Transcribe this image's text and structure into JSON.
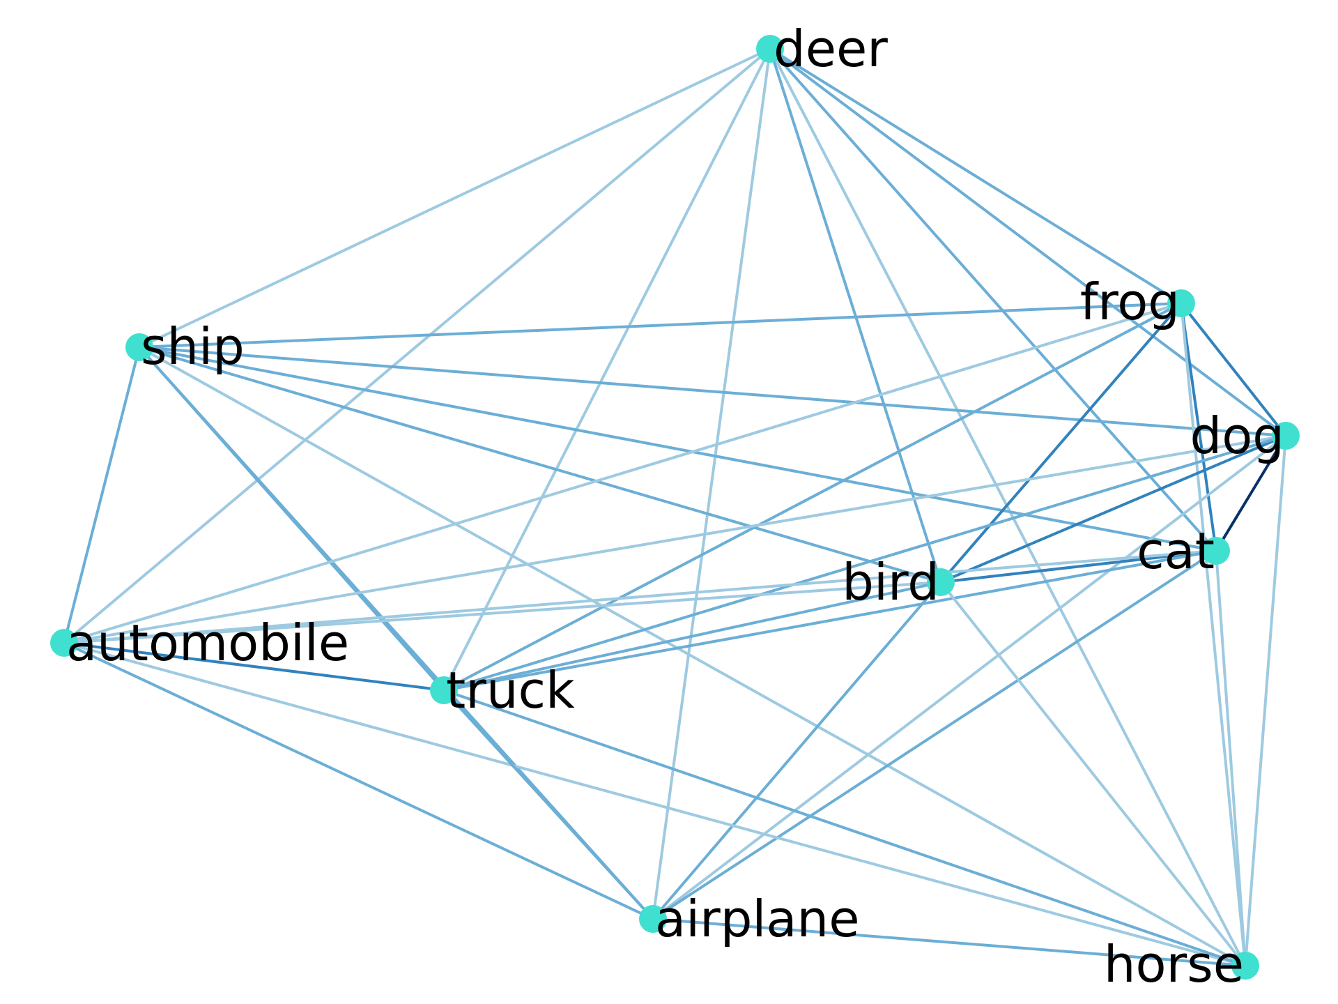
{
  "diagram": {
    "type": "weighted-undirected-graph",
    "node_color": "#40e0d0",
    "label_color": "#000000",
    "edge_colors": {
      "weak": "#9ecae1",
      "medium": "#6baed6",
      "strong": "#3182bd",
      "strongest": "#08306b"
    },
    "nodes": [
      {
        "id": "deer",
        "label": "deer"
      },
      {
        "id": "frog",
        "label": "frog"
      },
      {
        "id": "ship",
        "label": "ship"
      },
      {
        "id": "dog",
        "label": "dog"
      },
      {
        "id": "cat",
        "label": "cat"
      },
      {
        "id": "bird",
        "label": "bird"
      },
      {
        "id": "automobile",
        "label": "automobile"
      },
      {
        "id": "truck",
        "label": "truck"
      },
      {
        "id": "airplane",
        "label": "airplane"
      },
      {
        "id": "horse",
        "label": "horse"
      }
    ],
    "edges": [
      {
        "source": "deer",
        "target": "ship",
        "strength": "weak"
      },
      {
        "source": "deer",
        "target": "automobile",
        "strength": "weak"
      },
      {
        "source": "deer",
        "target": "truck",
        "strength": "weak"
      },
      {
        "source": "deer",
        "target": "airplane",
        "strength": "weak"
      },
      {
        "source": "deer",
        "target": "bird",
        "strength": "medium"
      },
      {
        "source": "deer",
        "target": "frog",
        "strength": "medium"
      },
      {
        "source": "deer",
        "target": "dog",
        "strength": "medium"
      },
      {
        "source": "deer",
        "target": "cat",
        "strength": "medium"
      },
      {
        "source": "deer",
        "target": "horse",
        "strength": "weak"
      },
      {
        "source": "ship",
        "target": "frog",
        "strength": "medium"
      },
      {
        "source": "ship",
        "target": "dog",
        "strength": "medium"
      },
      {
        "source": "ship",
        "target": "cat",
        "strength": "medium"
      },
      {
        "source": "ship",
        "target": "bird",
        "strength": "medium"
      },
      {
        "source": "ship",
        "target": "automobile",
        "strength": "medium"
      },
      {
        "source": "ship",
        "target": "truck",
        "strength": "medium"
      },
      {
        "source": "ship",
        "target": "airplane",
        "strength": "medium"
      },
      {
        "source": "ship",
        "target": "horse",
        "strength": "weak"
      },
      {
        "source": "frog",
        "target": "dog",
        "strength": "strong"
      },
      {
        "source": "frog",
        "target": "cat",
        "strength": "strong"
      },
      {
        "source": "frog",
        "target": "bird",
        "strength": "strong"
      },
      {
        "source": "frog",
        "target": "automobile",
        "strength": "weak"
      },
      {
        "source": "frog",
        "target": "truck",
        "strength": "medium"
      },
      {
        "source": "frog",
        "target": "horse",
        "strength": "weak"
      },
      {
        "source": "dog",
        "target": "cat",
        "strength": "strongest"
      },
      {
        "source": "dog",
        "target": "bird",
        "strength": "strong"
      },
      {
        "source": "dog",
        "target": "automobile",
        "strength": "weak"
      },
      {
        "source": "dog",
        "target": "truck",
        "strength": "medium"
      },
      {
        "source": "dog",
        "target": "airplane",
        "strength": "weak"
      },
      {
        "source": "dog",
        "target": "horse",
        "strength": "weak"
      },
      {
        "source": "cat",
        "target": "bird",
        "strength": "strong"
      },
      {
        "source": "cat",
        "target": "automobile",
        "strength": "weak"
      },
      {
        "source": "cat",
        "target": "truck",
        "strength": "medium"
      },
      {
        "source": "cat",
        "target": "airplane",
        "strength": "medium"
      },
      {
        "source": "cat",
        "target": "horse",
        "strength": "weak"
      },
      {
        "source": "bird",
        "target": "automobile",
        "strength": "weak"
      },
      {
        "source": "bird",
        "target": "truck",
        "strength": "medium"
      },
      {
        "source": "bird",
        "target": "airplane",
        "strength": "medium"
      },
      {
        "source": "bird",
        "target": "horse",
        "strength": "weak"
      },
      {
        "source": "automobile",
        "target": "truck",
        "strength": "strong"
      },
      {
        "source": "automobile",
        "target": "airplane",
        "strength": "medium"
      },
      {
        "source": "automobile",
        "target": "horse",
        "strength": "weak"
      },
      {
        "source": "truck",
        "target": "airplane",
        "strength": "medium"
      },
      {
        "source": "truck",
        "target": "horse",
        "strength": "medium"
      },
      {
        "source": "airplane",
        "target": "horse",
        "strength": "medium"
      }
    ]
  }
}
